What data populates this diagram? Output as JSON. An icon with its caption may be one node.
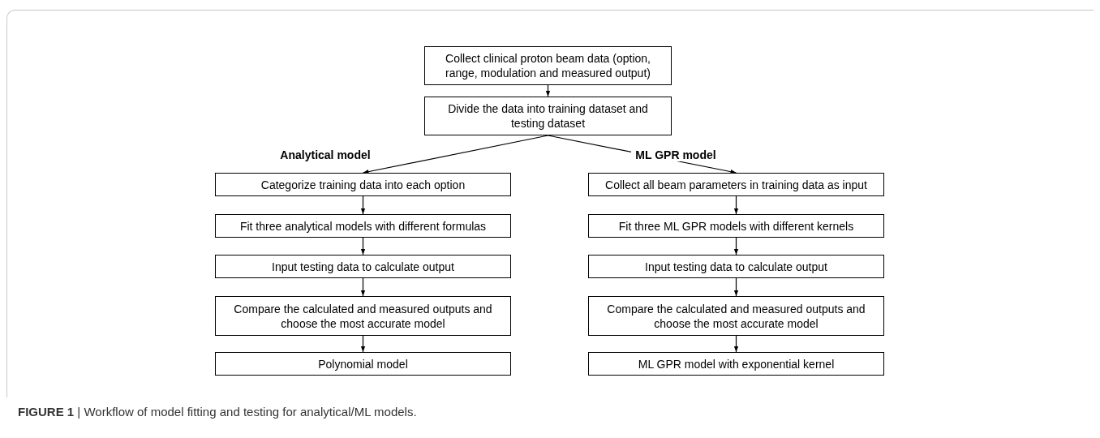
{
  "diagram": {
    "caption": "**FIGURE 1** | Workflow of model fitting and testing for analytical/ML models.",
    "nodes": [
      {
        "text": [
          "Collect clinical proton beam data (option, range, modulation and measured output)"
        ]
      },
      {
        "text": [
          "Divide the data into training dataset and testing dataset"
        ]
      },
      {
        "text": [
          "Categorize training data into each option"
        ]
      },
      {
        "text": [
          "Fit three analytical models with different formulas"
        ]
      },
      {
        "text": [
          "Input testing data to calculate output"
        ]
      },
      {
        "text": [
          "Compare the calculated and measured outputs and choose the most accurate model"
        ]
      },
      {
        "text": [
          "Polynomial model"
        ]
      },
      {
        "text": [
          "Collect all beam parameters in training data as input"
        ]
      },
      {
        "text": [
          "Fit three ML GPR models with different kernels"
        ]
      },
      {
        "text": [
          "Input testing data to calculate output"
        ]
      },
      {
        "text": [
          "Compare the calculated and measured outputs and choose the most accurate model"
        ]
      },
      {
        "text": [
          "ML GPR model with exponential kernel"
        ]
      }
    ],
    "edges": [
      {
        "from": 0,
        "to": 1,
        "arrow": "to"
      },
      {
        "from": 1,
        "to": 2,
        "arrow": "to",
        "label": "Analytical model"
      },
      {
        "from": 1,
        "to": 7,
        "arrow": "to",
        "label": "ML GPR model"
      },
      {
        "from": 2,
        "to": 3,
        "arrow": "to"
      },
      {
        "from": 3,
        "to": 4,
        "arrow": "to"
      },
      {
        "from": 4,
        "to": 5,
        "arrow": "to"
      },
      {
        "from": 5,
        "to": 6,
        "arrow": "to"
      },
      {
        "from": 7,
        "to": 8,
        "arrow": "to"
      },
      {
        "from": 8,
        "to": 9,
        "arrow": "to"
      },
      {
        "from": 9,
        "to": 10,
        "arrow": "to"
      },
      {
        "from": 10,
        "to": 11,
        "arrow": "to"
      }
    ]
  }
}
